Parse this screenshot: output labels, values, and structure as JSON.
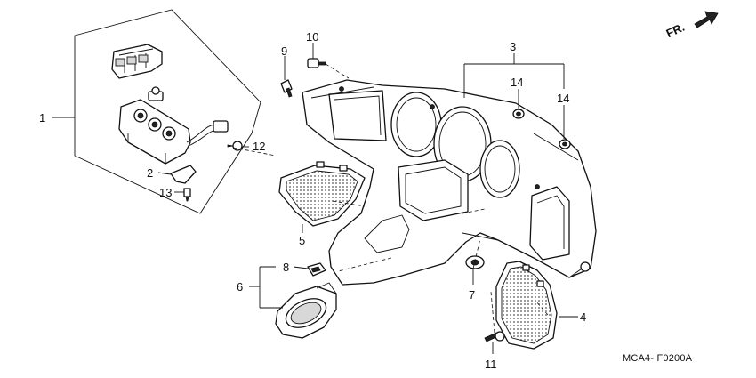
{
  "direction_label": "FR.",
  "diagram_code": "MCA4- F0200A",
  "callouts": {
    "c1": "1",
    "c2": "2",
    "c3": "3",
    "c4": "4",
    "c5": "5",
    "c6": "6",
    "c7": "7",
    "c8": "8",
    "c9": "9",
    "c10": "10",
    "c11": "11",
    "c12": "12",
    "c13": "13",
    "c14a": "14",
    "c14b": "14"
  }
}
